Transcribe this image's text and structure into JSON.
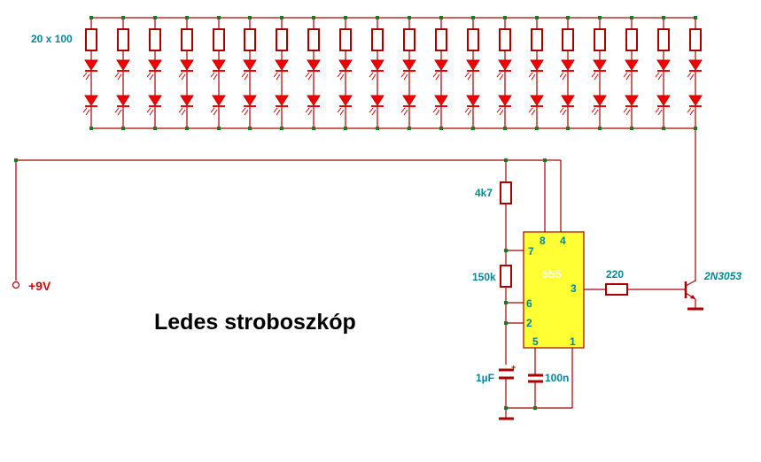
{
  "title": "Ledes stroboszkóp",
  "led_array_label": "20 x 100",
  "led_columns": 20,
  "supply_label": "+9V",
  "resistors": {
    "r_top": "4k7",
    "r_mid": "150k",
    "r_base": "220"
  },
  "capacitors": {
    "c_timing": "1µF",
    "c_timing_polarity": "+",
    "c_control": "100n"
  },
  "ic": {
    "name": "555",
    "pins": {
      "p8": "8",
      "p4": "4",
      "p7": "7",
      "p6": "6",
      "p2": "2",
      "p3": "3",
      "p5": "5",
      "p1": "1"
    }
  },
  "transistor": "2N3053",
  "colors": {
    "wire": "#aa0000",
    "led": "#ee0000",
    "node": "#1f7a1f",
    "label": "#00889a",
    "ic_fill": "#ffff33"
  }
}
